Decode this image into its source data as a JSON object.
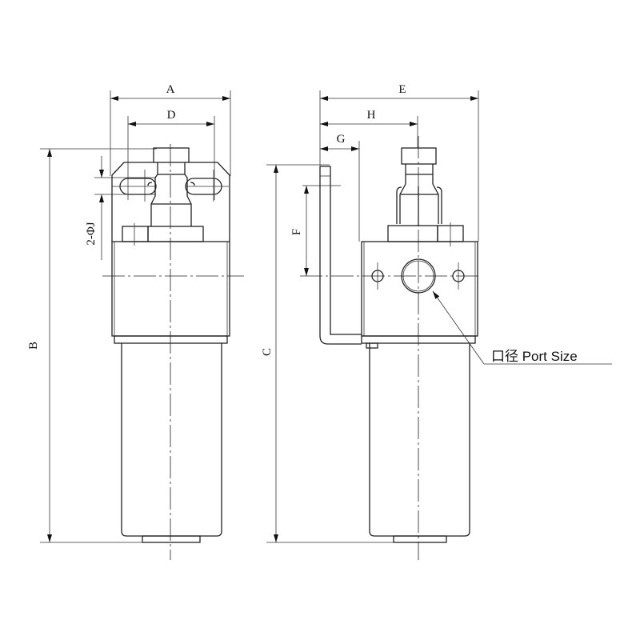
{
  "title": "Filter dimension drawing",
  "dimensions": {
    "A": "A",
    "D": "D",
    "B": "B",
    "J": "2-ΦJ",
    "E": "E",
    "H": "H",
    "G": "G",
    "F": "F",
    "C": "C"
  },
  "callout": {
    "port_size": "口径 Port Size"
  }
}
